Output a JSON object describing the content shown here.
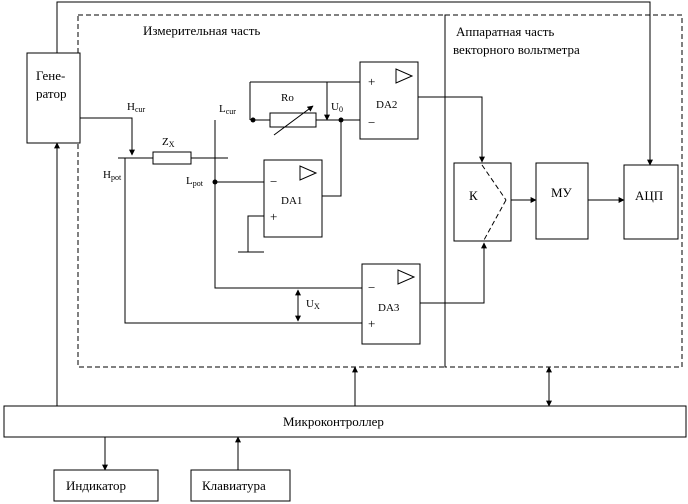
{
  "regions": {
    "measuring": "Измерительная часть",
    "hardware_line1": "Аппаратная часть",
    "hardware_line2": "векторного вольтметра"
  },
  "blocks": {
    "generator_line1": "Гене-",
    "generator_line2": "ратор",
    "da1": "DA1",
    "da2": "DA2",
    "da3": "DA3",
    "k": "К",
    "mu": "МУ",
    "adc": "АЦП",
    "microcontroller": "Микроконтроллер",
    "indicator": "Индикатор",
    "keyboard": "Клавиатура"
  },
  "terminals": {
    "hcur_main": "H",
    "hcur_sub": "cur",
    "lcur_main": "L",
    "lcur_sub": "cur",
    "hpot_main": "H",
    "hpot_sub": "pot",
    "lpot_main": "L",
    "lpot_sub": "pot"
  },
  "components": {
    "ro": "Ro",
    "zx_main": "Z",
    "zx_sub": "X",
    "u0_main": "U",
    "u0_sub": "0",
    "ux_main": "U",
    "ux_sub": "X"
  },
  "opamp_signs": {
    "plus": "+",
    "minus": "−"
  }
}
